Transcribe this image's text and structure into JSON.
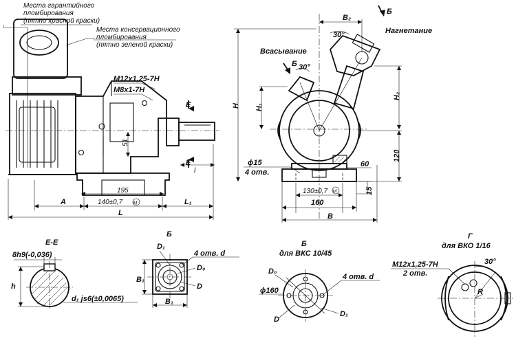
{
  "notes": {
    "warranty_seal": [
      "Места гарантийного",
      "пломбирования",
      "(пятно красной краски)"
    ],
    "conservation_seal": [
      "Места консервационного",
      "пломбирования",
      "(пятно зеленой краски)"
    ]
  },
  "labels": {
    "thread_m12": "M12x1,25-7H",
    "thread_m8": "M8x1-7H",
    "suction": "Всасывание",
    "discharge": "Нагнетание",
    "section_e_left": "E",
    "section_e_right": "E",
    "view_b_arrow_top": "Б",
    "view_b_arrow_side": "Б"
  },
  "dims_front": {
    "d51": "51",
    "d195": "195",
    "d140": "140±0,7",
    "m_circle": "M",
    "A": "A",
    "L1": "L₁",
    "L": "L",
    "l": "l"
  },
  "dims_side": {
    "B2": "B₂",
    "angle30": "30°",
    "angle30b": "30°",
    "H": "H",
    "H1": "H₁",
    "H2": "H₂",
    "d120": "120",
    "phi15": "ϕ15",
    "holes4": "4 отв.",
    "d60": "60",
    "d130": "130±0,7",
    "m_circle": "M",
    "d15": "15",
    "d160": "160",
    "B": "B"
  },
  "section_ee": {
    "title": "E-E",
    "key": "8h9(-0,036)",
    "h": "h",
    "d1": "d₁ js6(±0,0065)"
  },
  "view_b_square": {
    "title": "Б",
    "D1": "D₁",
    "holes": "4 отв. d",
    "D0": "D₀",
    "D": "D",
    "B1v": "B₁",
    "B1h": "B₁"
  },
  "view_b_round": {
    "title": "Б",
    "subtitle": "для ВКС 10/45",
    "D0": "D₀",
    "holes": "4 отв. d",
    "phi160": "ϕ160",
    "D": "D",
    "D1": "D₁"
  },
  "view_g": {
    "title": "Г",
    "subtitle": "для ВКО 1/16",
    "thread": "M12x1,25-7H",
    "holes": "2 отв.",
    "angle": "30°",
    "R": "R"
  }
}
